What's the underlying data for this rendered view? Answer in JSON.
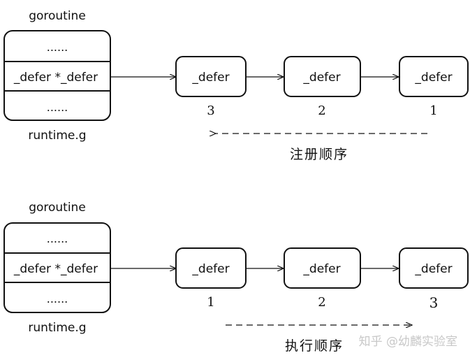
{
  "top_section": {
    "goroutine_label": "goroutine",
    "stack_rows": [
      "......",
      "_defer *_defer",
      "......"
    ],
    "runtime_label": "runtime.g",
    "nodes": [
      {
        "label": "_defer",
        "index": "3"
      },
      {
        "label": "_defer",
        "index": "2"
      },
      {
        "label": "_defer",
        "index": "1"
      }
    ],
    "order_label": "注册顺序"
  },
  "bottom_section": {
    "goroutine_label": "goroutine",
    "stack_rows": [
      "......",
      "_defer *_defer",
      "......"
    ],
    "runtime_label": "runtime.g",
    "nodes": [
      {
        "label": "_defer",
        "index": "1"
      },
      {
        "label": "_defer",
        "index": "2"
      },
      {
        "label": "_defer",
        "index": "3"
      }
    ],
    "order_label": "执行顺序"
  },
  "watermark": "知乎 @幼麟实验室",
  "colors": {
    "ink": "#111111",
    "watermark": "#c8c8c8",
    "background": "#ffffff"
  }
}
